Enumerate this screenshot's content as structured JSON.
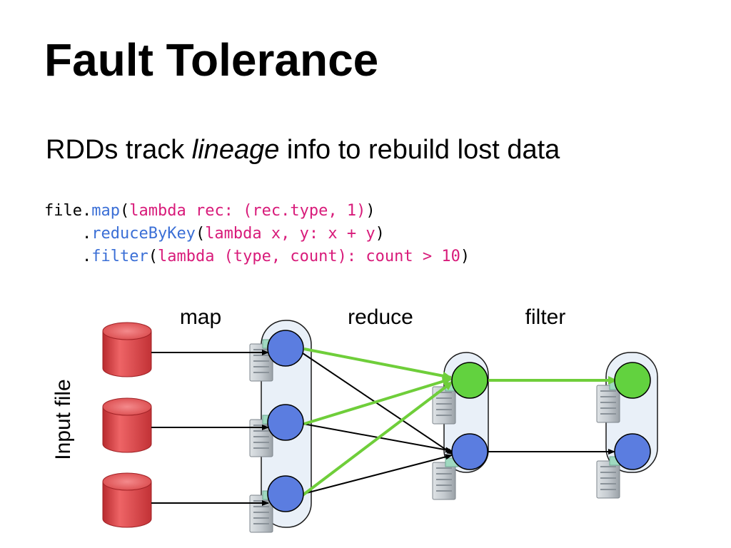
{
  "slide": {
    "title": "Fault Tolerance",
    "subtitle": {
      "before": "RDDs track ",
      "emphasis": "lineage",
      "after": " info to rebuild lost data"
    },
    "code": {
      "line1": {
        "obj": "file.",
        "method": "map",
        "open": "(",
        "arg": "lambda rec: (rec.type, 1)",
        "close": ")"
      },
      "line2": {
        "indent": "    .",
        "method": "reduceByKey",
        "open": "(",
        "arg": "lambda x, y: x + y",
        "close": ")"
      },
      "line3": {
        "indent": "    .",
        "method": "filter",
        "open": "(",
        "arg": "lambda (type, count): count > 10",
        "close": ")"
      }
    }
  },
  "diagram": {
    "input_label": "Input file",
    "stages": {
      "map": "map",
      "reduce": "reduce",
      "filter": "filter"
    },
    "colors": {
      "input_file": "#d9484a",
      "map_node": "#5b7de0",
      "reduce_lost": "#62d23f",
      "lineage_edge": "#6fce3a",
      "normal_edge": "#000000",
      "group_fill": "#e9f0f8",
      "group_stroke": "#1a1a1a"
    },
    "icons": [
      "database-icon",
      "server-rack-icon"
    ]
  }
}
